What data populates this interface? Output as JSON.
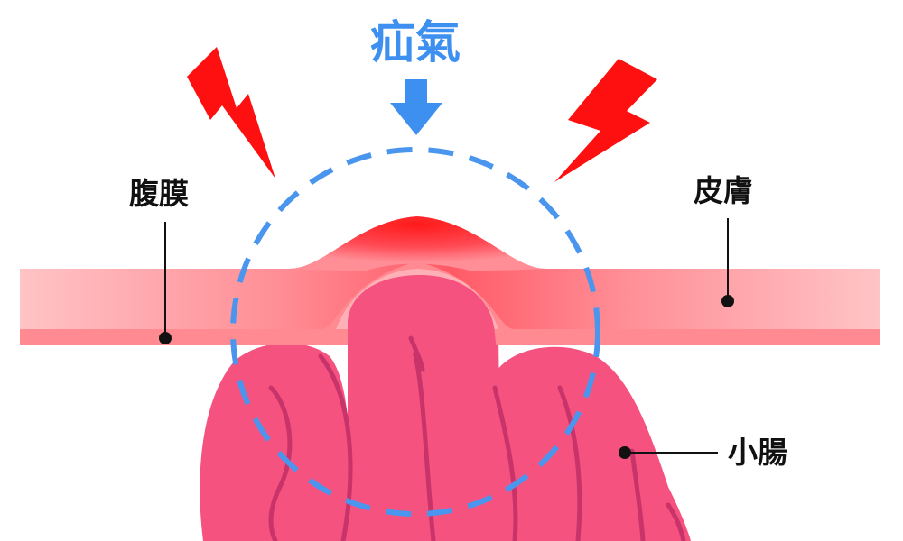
{
  "title": "疝氣",
  "labels": {
    "peritoneum": "腹膜",
    "skin": "皮膚",
    "small_intestine": "小腸"
  },
  "colors": {
    "title_blue": "#3d8ff0",
    "lightning_red": "#ff1010",
    "skin_pink": "#ffb8bc",
    "peritoneum_pink": "#ff8a92",
    "bulge_red": "#ff1a1a",
    "intestine_pink": "#f5527f",
    "intestine_line": "#c8336a",
    "dash_blue": "#4a96ee"
  }
}
